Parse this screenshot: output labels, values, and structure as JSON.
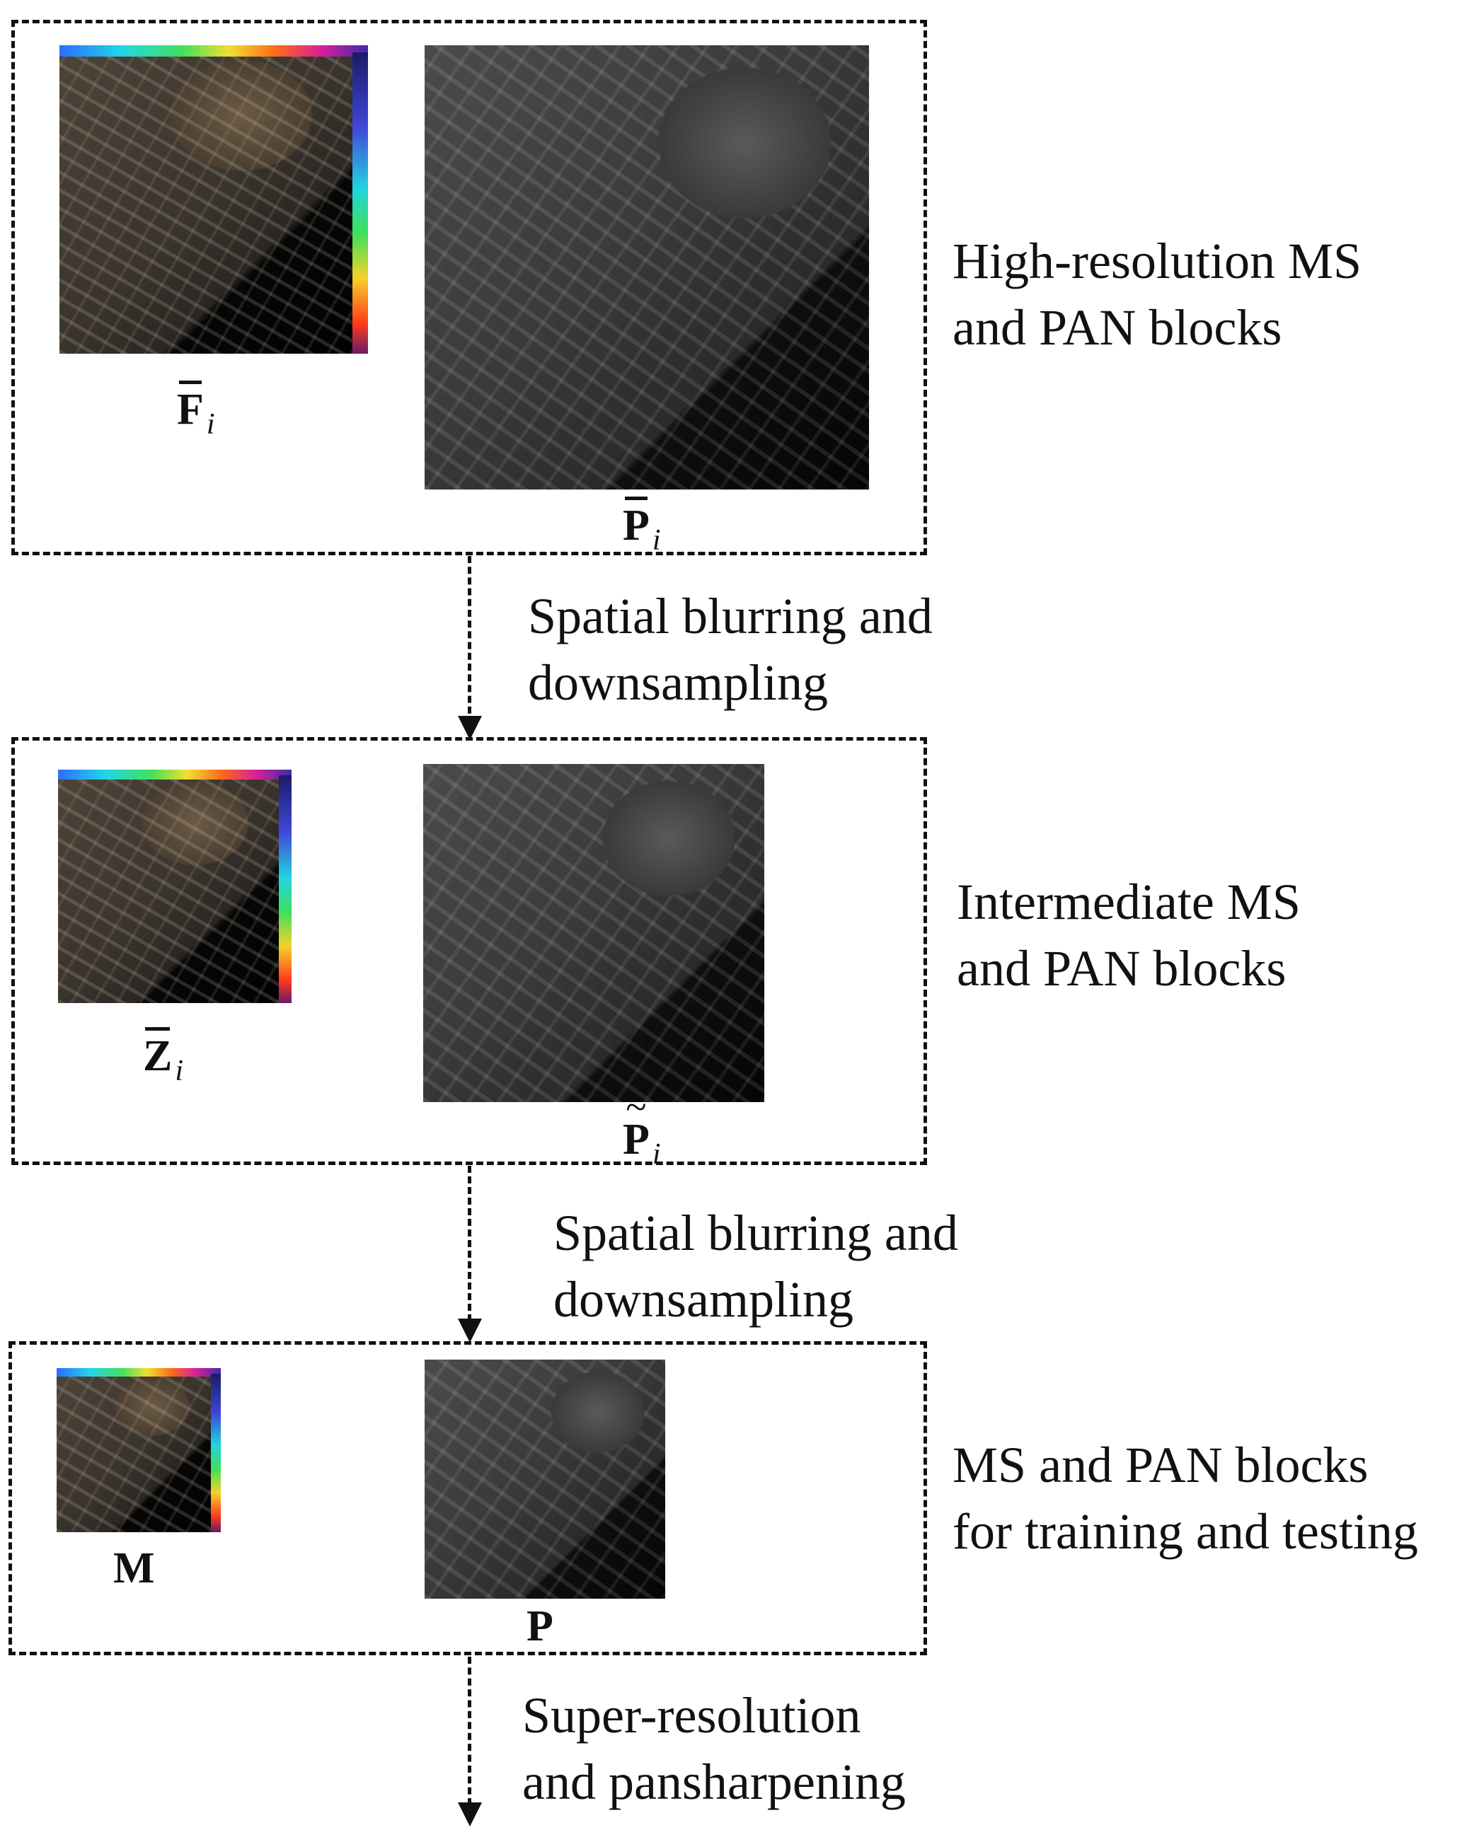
{
  "stages": [
    {
      "description": "High-resolution MS\nand PAN blocks",
      "ms_symbol": "F",
      "pan_symbol": "P",
      "subscript": "i"
    },
    {
      "description": "Intermediate MS\nand PAN blocks",
      "ms_symbol": "Z",
      "pan_symbol": "P",
      "subscript": "i"
    },
    {
      "description": "MS and PAN blocks\nfor training and testing",
      "ms_symbol": "M",
      "pan_symbol": "P"
    }
  ],
  "transitions": [
    {
      "label": "Spatial blurring and\ndownsampling"
    },
    {
      "label": "Spatial blurring and\ndownsampling"
    },
    {
      "label": "Super-resolution\nand pansharpening"
    }
  ]
}
